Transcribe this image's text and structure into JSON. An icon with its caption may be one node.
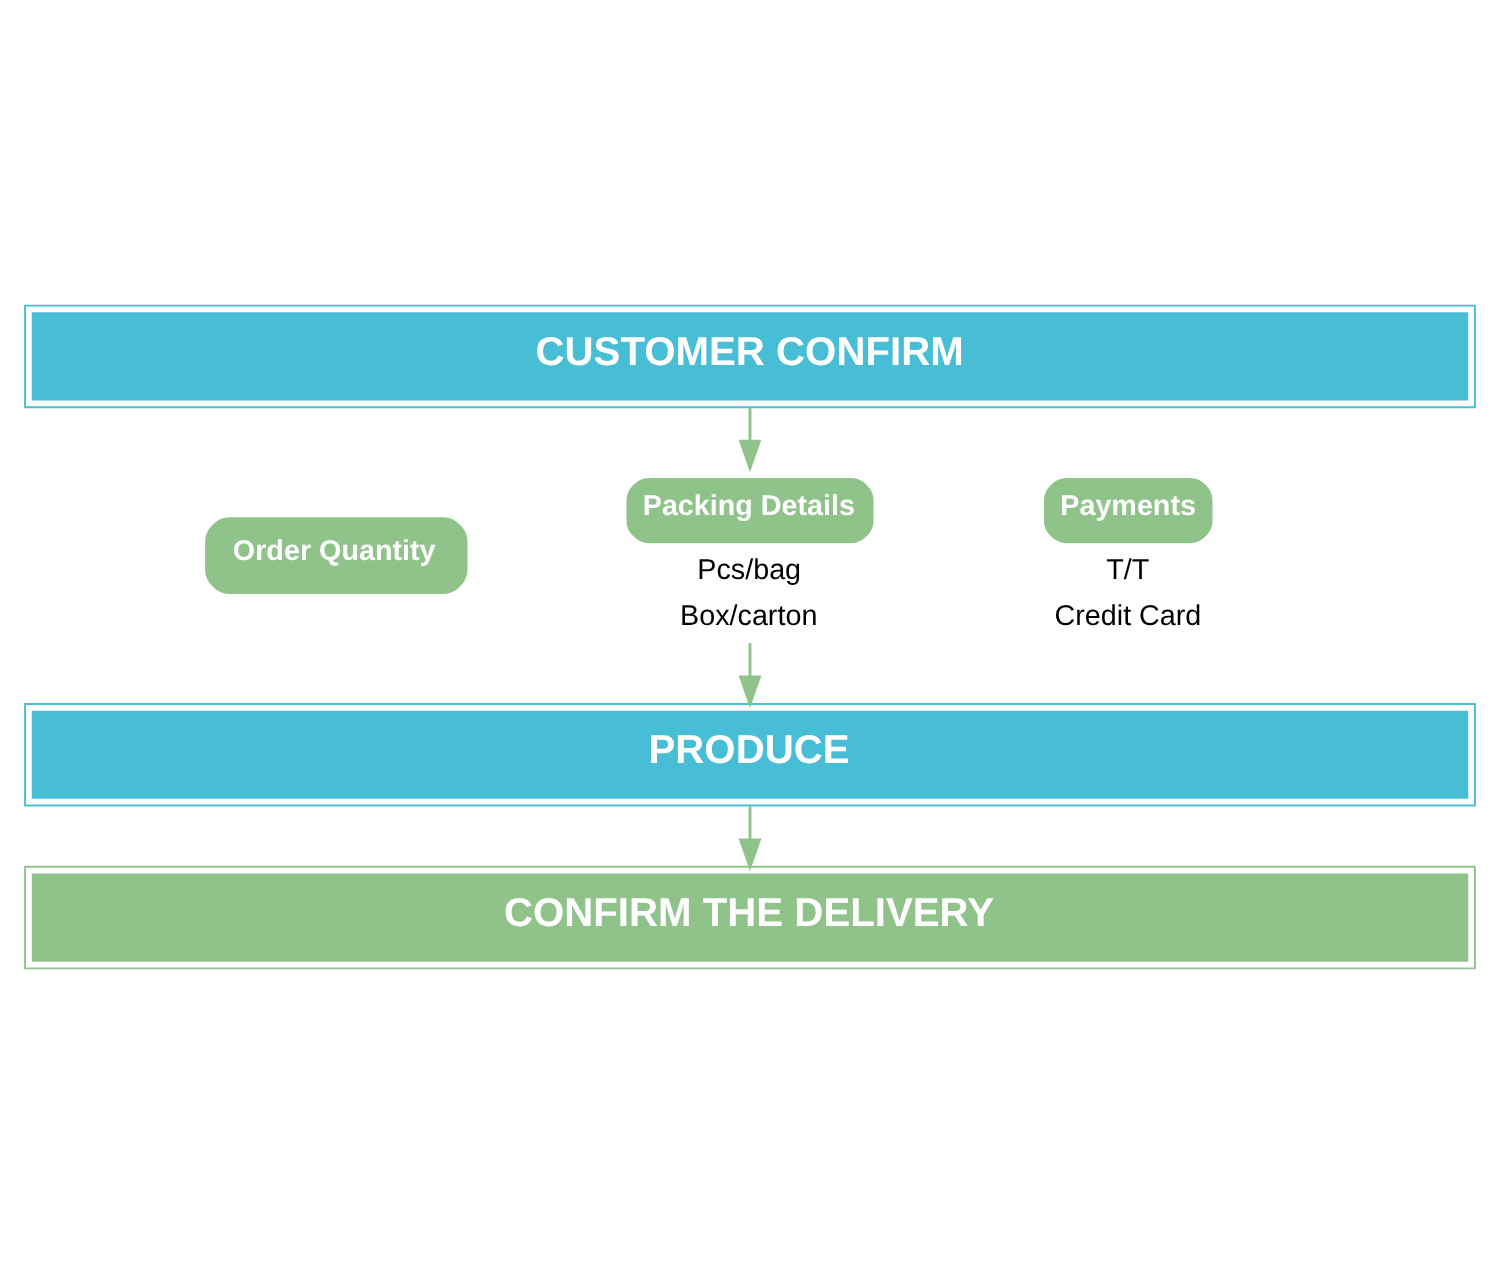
{
  "diagram": {
    "nodes": [
      {
        "text": [
          "CUSTOMER CONFIRM"
        ]
      },
      {
        "text": [
          "Order Quantity"
        ]
      },
      {
        "text": [
          "Packing Details"
        ],
        "beside": [
          "Pcs/bag",
          "Box/carton"
        ]
      },
      {
        "text": [
          "Payments"
        ],
        "beside": [
          "T/T",
          "Credit Card"
        ]
      },
      {
        "text": [
          "PRODUCE"
        ]
      },
      {
        "text": [
          "CONFIRM THE DELIVERY"
        ]
      }
    ],
    "edges": [
      {
        "from": 0,
        "to": 2,
        "arrow": "to"
      },
      {
        "from": 2,
        "to": 4,
        "arrow": "to"
      },
      {
        "from": 4,
        "to": 5,
        "arrow": "to"
      }
    ]
  }
}
